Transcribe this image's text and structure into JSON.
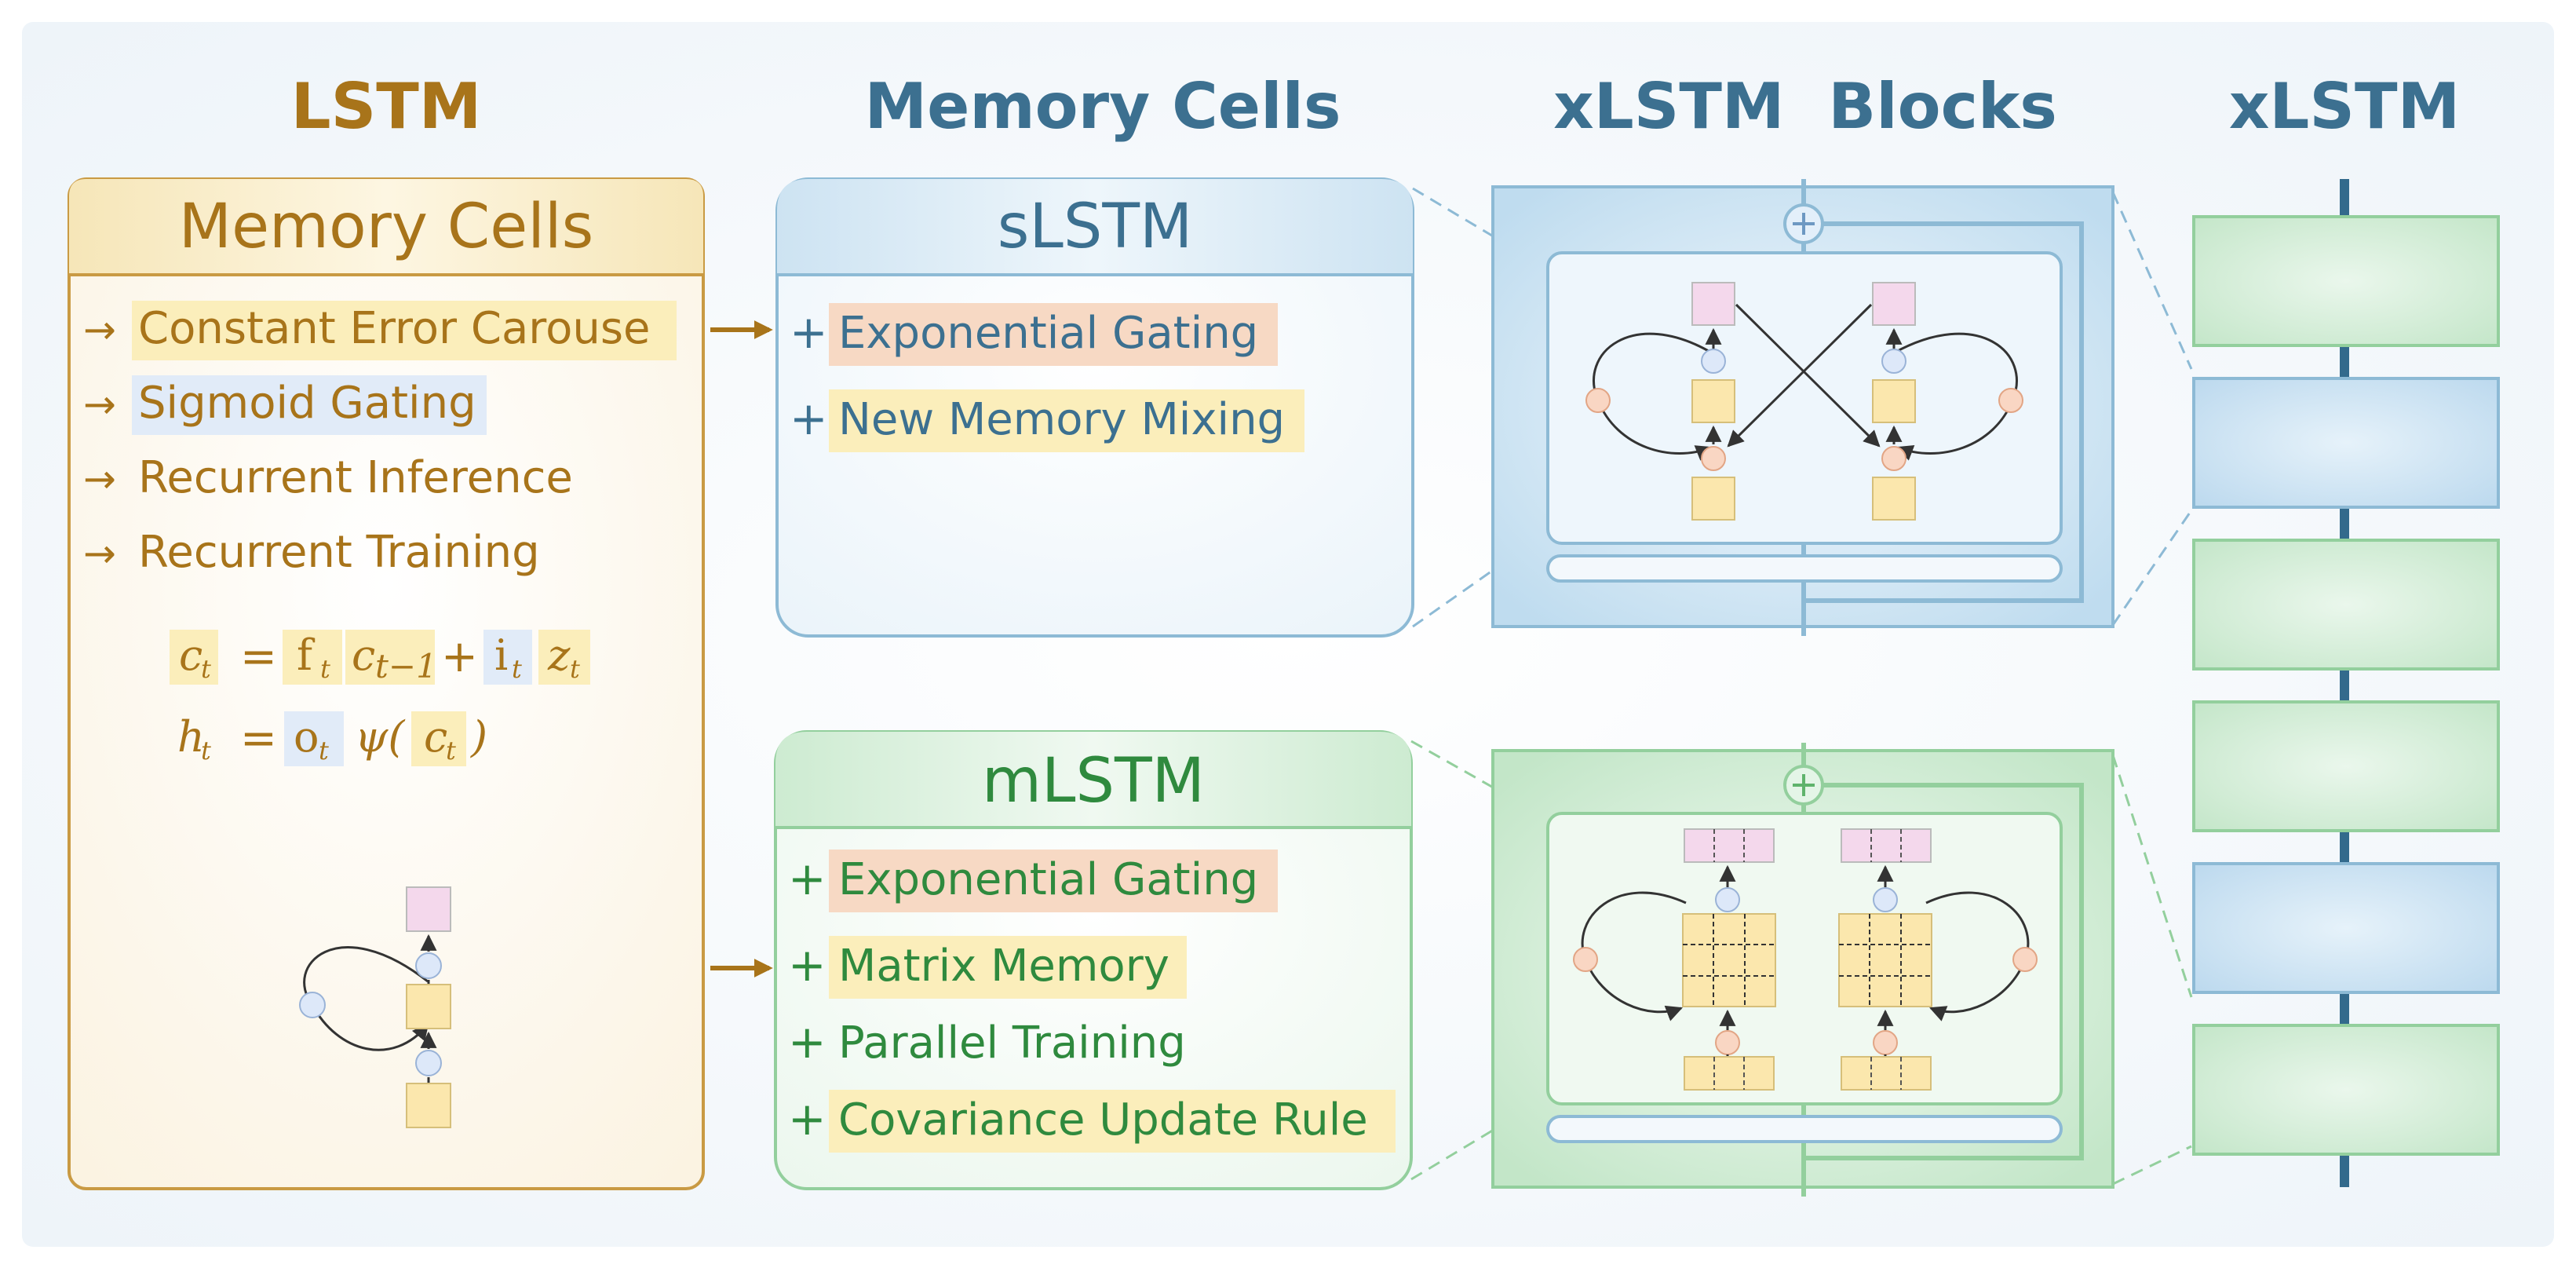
{
  "headers": {
    "lstm": "LSTM",
    "memory_cells": "Memory Cells",
    "xlstm_blocks": "xLSTM  Blocks",
    "xlstm": "xLSTM"
  },
  "lstm_panel": {
    "title": "Memory Cells",
    "items": [
      "Constant Error Carouse",
      "Sigmoid Gating",
      "Recurrent Inference",
      "Recurrent Training"
    ],
    "equation1": {
      "lhs": "c",
      "sub": "t",
      "eq": "=",
      "f": "f",
      "f_sub": "t",
      "cprev": "c",
      "cprev_sub": "t−1",
      "plus": "+",
      "i": "i",
      "i_sub": "t",
      "z": "z",
      "z_sub": "t"
    },
    "equation2": {
      "lhs": "h",
      "sub": "t",
      "eq": "=",
      "o": "o",
      "o_sub": "t",
      "psi": "ψ(",
      "c": "c",
      "c_sub": "t",
      "close": ")"
    },
    "arrow_glyph": "→"
  },
  "slstm_panel": {
    "title": "sLSTM",
    "items": [
      "Exponential Gating",
      "New Memory Mixing"
    ],
    "plus_glyph": "+"
  },
  "mlstm_panel": {
    "title": "mLSTM",
    "items": [
      "Exponential Gating",
      "Matrix Memory",
      "Parallel Training",
      "Covariance Update Rule"
    ],
    "plus_glyph": "+"
  },
  "colors": {
    "gold": "#a8741a",
    "gold_border": "#c99a43",
    "blue_text": "#3c7090",
    "blue_border": "#8dbad5",
    "green_text": "#2f8a3e",
    "green_border": "#93cf9d",
    "highlight_orange": "#f7d9c4",
    "highlight_yellow": "#fbeebb",
    "highlight_blue": "#e1ebf8",
    "stack_line": "#336a8c",
    "stack_green": "#cdebd1",
    "stack_blue": "#cce3f3"
  },
  "xlstm_stack": [
    "green",
    "blue",
    "green",
    "green",
    "blue",
    "green"
  ]
}
